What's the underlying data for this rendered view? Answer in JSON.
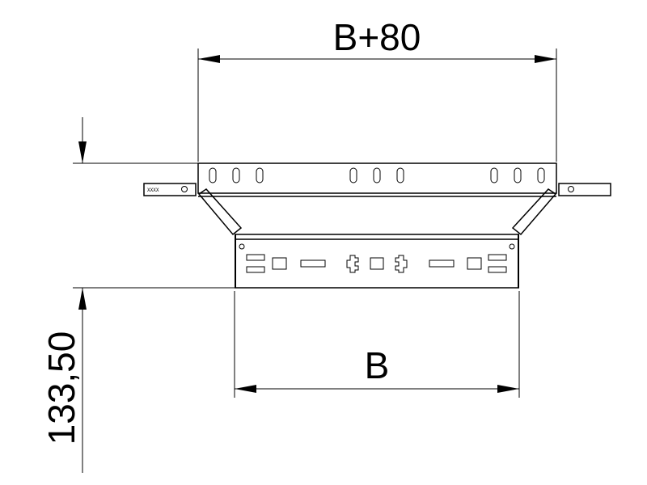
{
  "dimensions": {
    "top_width": "B+80",
    "bottom_width": "B",
    "height": "133,50"
  },
  "labels": {
    "left_bracket_marking": "XXXX"
  }
}
